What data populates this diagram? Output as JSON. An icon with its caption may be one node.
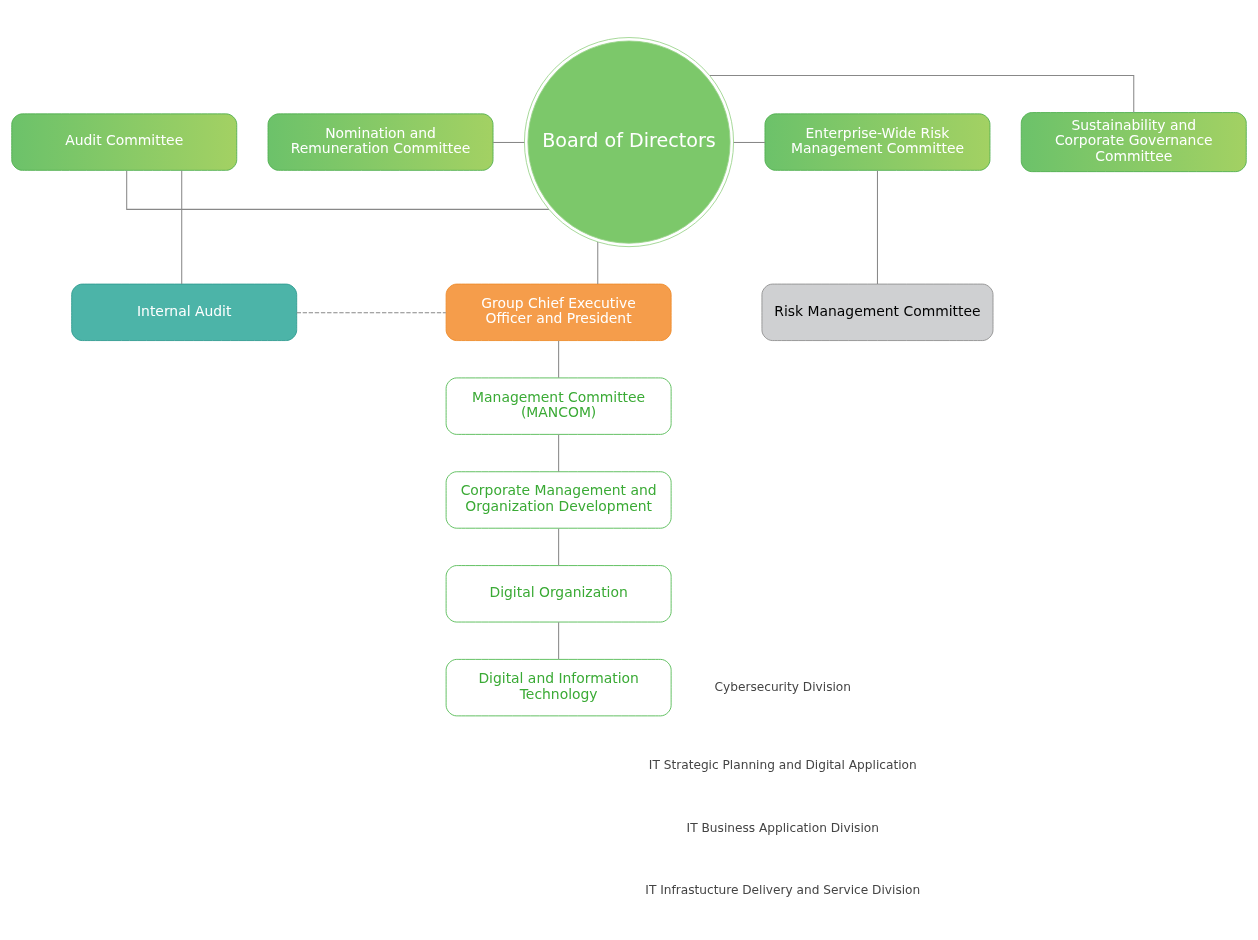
{
  "diagram": {
    "nodes": [
      {
        "text": [
          "Board of Directors"
        ]
      },
      {
        "text": [
          "Nomination and Remuneration Committee"
        ]
      },
      {
        "text": [
          "Audit Committee"
        ]
      },
      {
        "text": [
          "Sustainability and Corporate Governance Committee"
        ]
      },
      {
        "text": [
          "Enterprise-Wide Risk Management Committee"
        ]
      },
      {
        "text": [
          "Internal Audit"
        ]
      },
      {
        "text": [
          "Group Chief Executive Officer and President"
        ]
      },
      {
        "text": [
          "Risk Management Committee"
        ]
      },
      {
        "text": [
          "Management Committee (MANCOM)"
        ]
      },
      {
        "text": [
          "Corporate Management and Organization Development"
        ]
      },
      {
        "text": [
          "Digital Organization"
        ]
      },
      {
        "text": [
          "Digital and Information Technology"
        ]
      }
    ],
    "edges": [
      {
        "from": 1,
        "to": 0,
        "arrow": "none"
      },
      {
        "from": 2,
        "to": 0,
        "arrow": "none"
      },
      {
        "from": 0,
        "to": 3,
        "arrow": "none"
      },
      {
        "from": 0,
        "to": 4,
        "arrow": "none"
      },
      {
        "from": 2,
        "to": 5,
        "arrow": "none"
      },
      {
        "from": 4,
        "to": 7,
        "arrow": "none"
      },
      {
        "from": 0,
        "to": 6,
        "arrow": "none"
      },
      {
        "from": 5,
        "to": 6,
        "arrow": "none",
        "style": "dashed"
      },
      {
        "from": 6,
        "to": 8,
        "arrow": "none"
      },
      {
        "from": 8,
        "to": 9,
        "arrow": "none"
      },
      {
        "from": 9,
        "to": 10,
        "arrow": "none"
      },
      {
        "from": 10,
        "to": 11,
        "arrow": "none"
      }
    ],
    "labels": [
      "Cybersecurity Division",
      "IT Strategic Planning and Digital Application",
      "IT Business Application Division",
      "IT Infrastucture Delivery and Service Division"
    ]
  }
}
